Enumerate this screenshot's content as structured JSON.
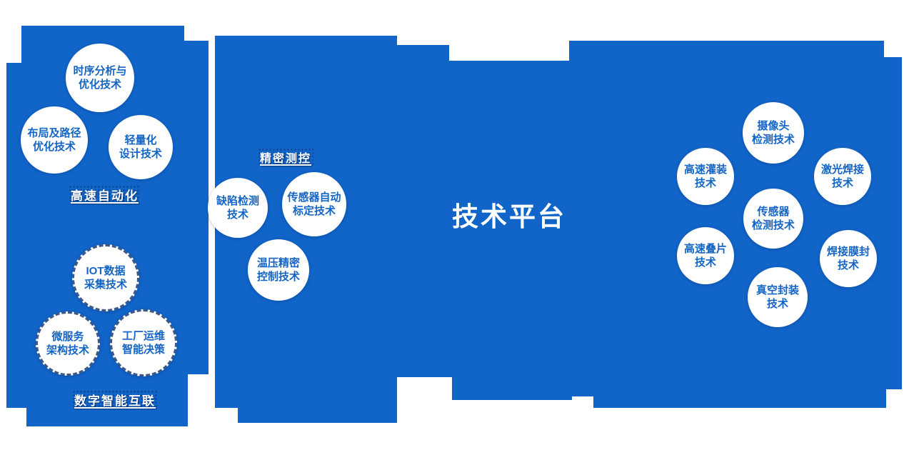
{
  "title": "技术平台",
  "colors": {
    "background_blue": "#1164c8",
    "circle_fill": "#ffffff",
    "circle_text_blue": "#1565c4",
    "label_text": "#ffffff",
    "dashed_ring": "#0d3069"
  },
  "clusters": {
    "automation": {
      "label": "高速自动化",
      "circles": [
        {
          "line1": "时序分析与",
          "line2": "优化技术"
        },
        {
          "line1": "布局及路径",
          "line2": "优化技术"
        },
        {
          "line1": "轻量化",
          "line2": "设计技术"
        }
      ]
    },
    "precision": {
      "label": "精密测控",
      "circles": [
        {
          "line1": "缺陷检测",
          "line2": "技术"
        },
        {
          "line1": "传感器自动",
          "line2": "标定技术"
        },
        {
          "line1": "温压精密",
          "line2": "控制技术"
        }
      ]
    },
    "digital": {
      "label": "数字智能互联",
      "circles": [
        {
          "line1": "IOT数据",
          "line2": "采集技术"
        },
        {
          "line1": "微服务",
          "line2": "架构技术"
        },
        {
          "line1": "工厂运维",
          "line2": "智能决策"
        }
      ]
    },
    "manufacturing": {
      "circles": [
        {
          "line1": "摄像头",
          "line2": "检测技术"
        },
        {
          "line1": "高速灌装",
          "line2": "技术"
        },
        {
          "line1": "激光焊接",
          "line2": "技术"
        },
        {
          "line1": "传感器",
          "line2": "检测技术"
        },
        {
          "line1": "高速叠片",
          "line2": "技术"
        },
        {
          "line1": "焊接膜封",
          "line2": "技术"
        },
        {
          "line1": "真空封装",
          "line2": "技术"
        }
      ]
    }
  }
}
